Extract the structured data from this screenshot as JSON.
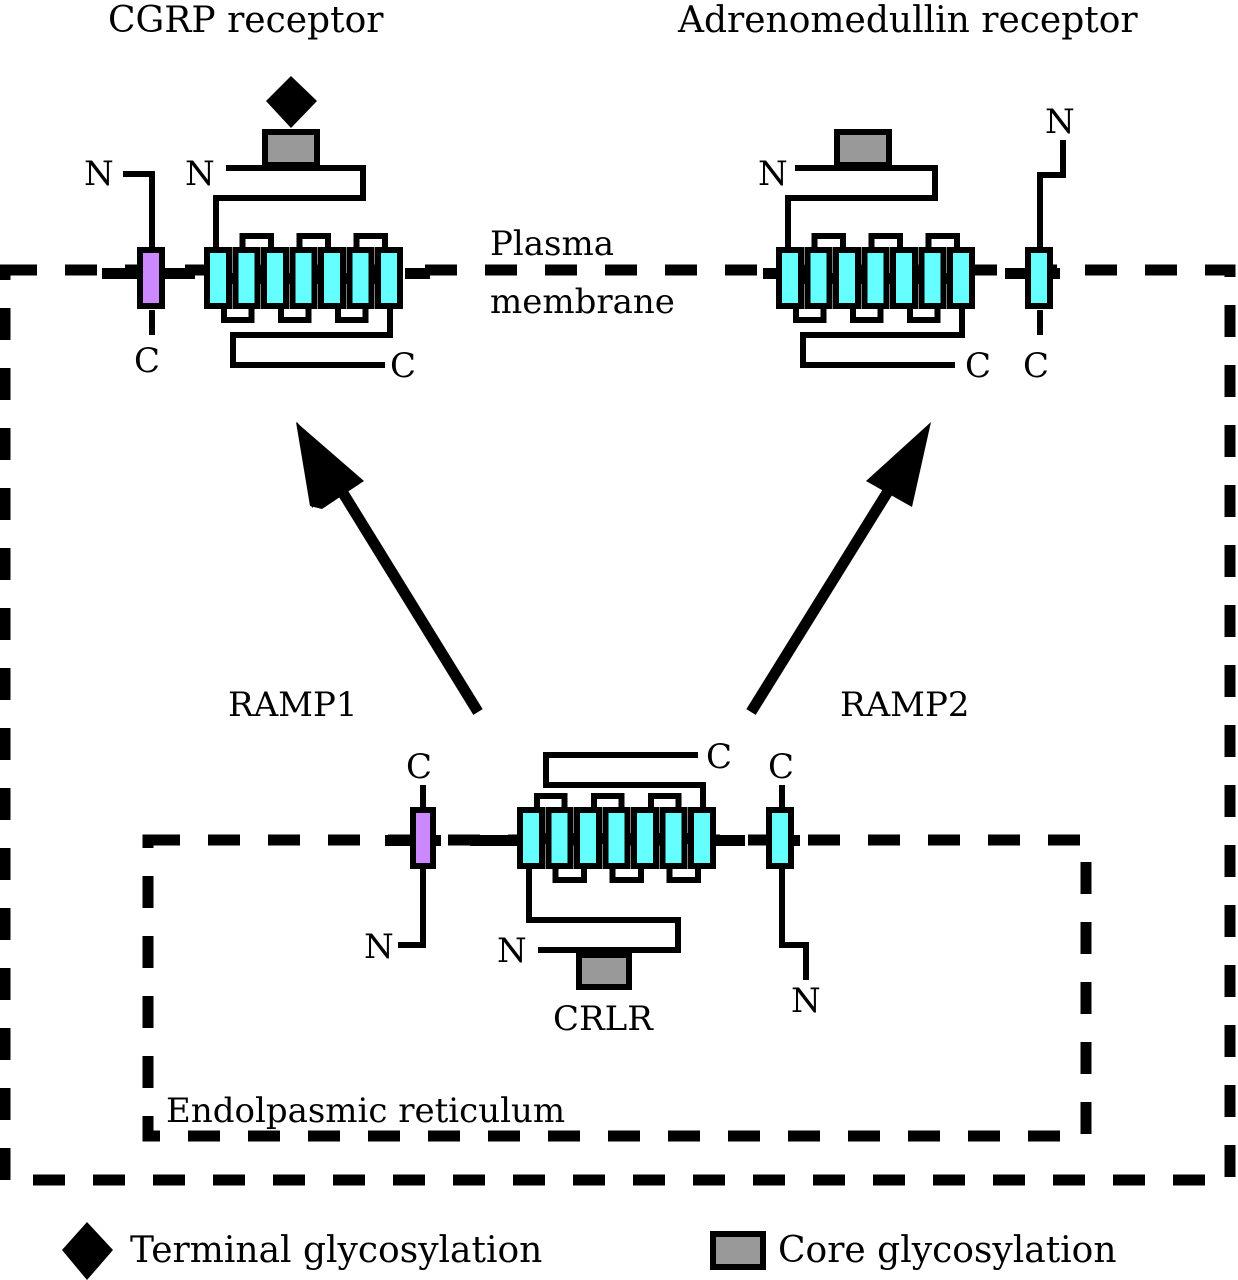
{
  "titles": {
    "cgrp_receptor": "CGRP receptor",
    "adrenomedullin_receptor": "Adrenomedullin receptor"
  },
  "compartments": {
    "plasma_membrane_line1": "Plasma",
    "plasma_membrane_line2": "membrane",
    "endoplasmic_reticulum": "Endolpasmic reticulum"
  },
  "proteins": {
    "ramp1": "RAMP1",
    "ramp2": "RAMP2",
    "crlr": "CRLR"
  },
  "termini": {
    "n": "N",
    "c": "C"
  },
  "legend": {
    "terminal_glycosylation": "Terminal glycosylation",
    "core_glycosylation": "Core glycosylation"
  },
  "colors": {
    "ramp1_fill": "#cc88ff",
    "crlr_fill": "#66ffff",
    "ramp2_fill": "#66ffff",
    "core_glycosylation_fill": "#999999",
    "terminal_glycosylation_fill": "#000000",
    "stroke": "#000000"
  },
  "transmembrane_domains_per_crlr": 7
}
